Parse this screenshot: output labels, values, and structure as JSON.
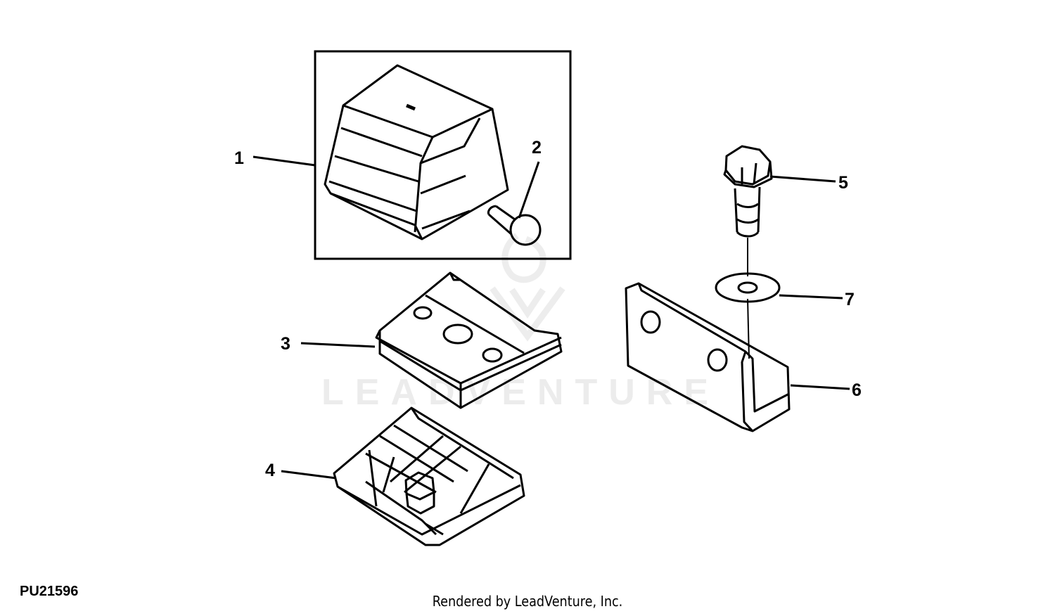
{
  "drawing_id": "PU21596",
  "credit": "Rendered by LeadVenture, Inc.",
  "watermark": "LEADVENTURE",
  "callouts": [
    {
      "number": "1"
    },
    {
      "number": "2"
    },
    {
      "number": "3"
    },
    {
      "number": "4"
    },
    {
      "number": "5"
    },
    {
      "number": "6"
    },
    {
      "number": "7"
    }
  ]
}
